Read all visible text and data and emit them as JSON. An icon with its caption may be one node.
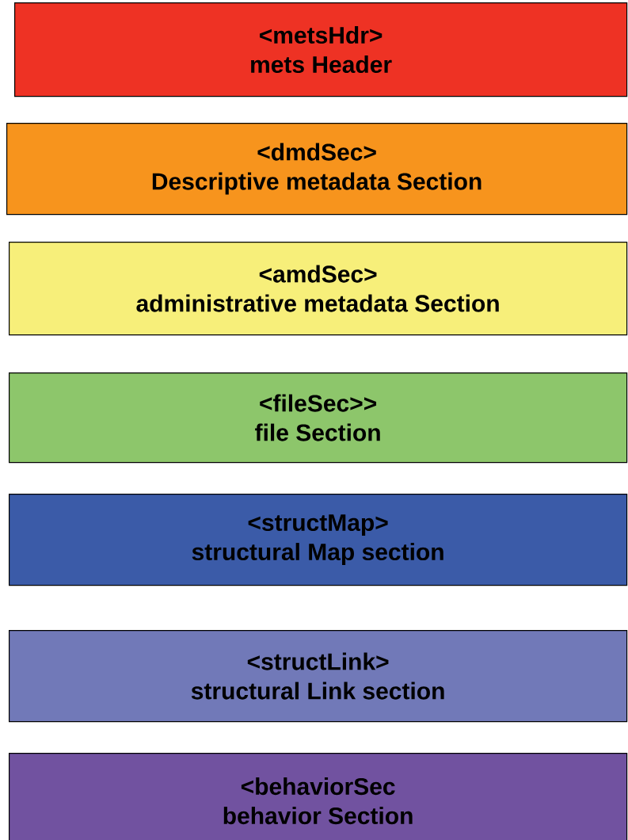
{
  "diagram": {
    "nodes": [
      {
        "text": [
          "<metsHdr>",
          "mets Header"
        ]
      },
      {
        "text": [
          "<dmdSec>",
          "Descriptive metadata Section"
        ]
      },
      {
        "text": [
          "<amdSec>",
          "administrative metadata Section"
        ]
      },
      {
        "text": [
          "<fileSec>>",
          "file Section"
        ]
      },
      {
        "text": [
          "<structMap>",
          "structural Map section"
        ]
      },
      {
        "text": [
          "<structLink>",
          "structural Link section"
        ]
      },
      {
        "text": [
          "<behaviorSec",
          "behavior Section"
        ]
      }
    ]
  }
}
